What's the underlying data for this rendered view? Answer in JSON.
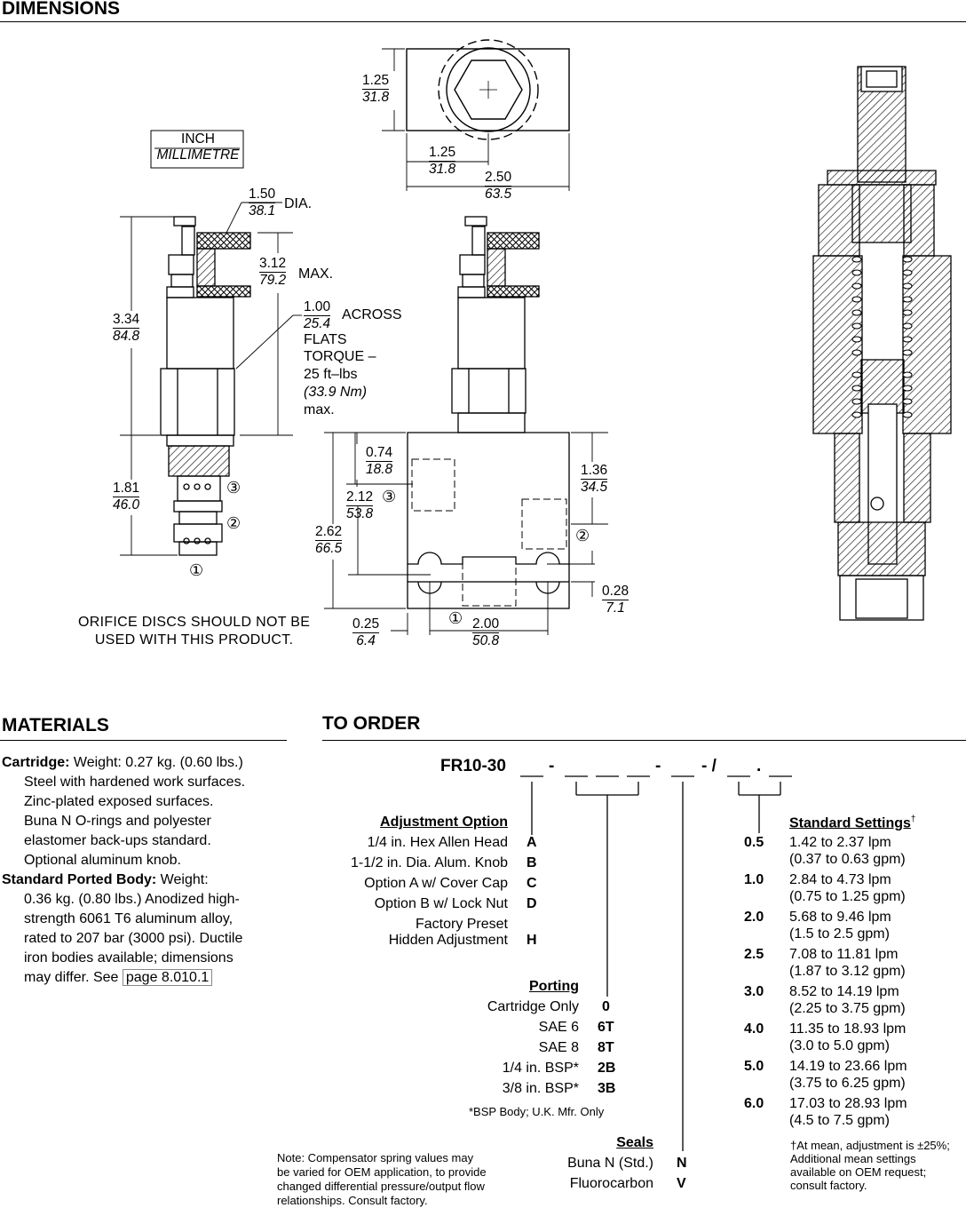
{
  "dimensions": {
    "title": "DIMENSIONS",
    "units_legend": {
      "top": "INCH",
      "bottom": "MILLIMETRE"
    },
    "labels": {
      "d1": {
        "in": "1.25",
        "mm": "31.8"
      },
      "d2": {
        "in": "1.25",
        "mm": "31.8"
      },
      "d3": {
        "in": "2.50",
        "mm": "63.5"
      },
      "d4": {
        "in": "1.50",
        "mm": "38.1",
        "suffix": "DIA."
      },
      "d5": {
        "in": "3.12",
        "mm": "79.2",
        "suffix": "MAX."
      },
      "d6": {
        "in": "3.34",
        "mm": "84.8"
      },
      "d7": {
        "in": "1.00",
        "mm": "25.4",
        "suffix": "ACROSS",
        "suffix2": "FLATS"
      },
      "torque": [
        "TORQUE –",
        "25 ft–lbs",
        "(33.9 Nm)",
        "max."
      ],
      "d8": {
        "in": "1.81",
        "mm": "46.0"
      },
      "d9": {
        "in": "0.74",
        "mm": "18.8"
      },
      "d10": {
        "in": "2.12",
        "mm": "53.8"
      },
      "d11": {
        "in": "2.62",
        "mm": "66.5"
      },
      "d12": {
        "in": "1.36",
        "mm": "34.5"
      },
      "d13": {
        "in": "0.28",
        "mm": "7.1"
      },
      "d14": {
        "in": "0.25",
        "mm": "6.4"
      },
      "d15": {
        "in": "2.00",
        "mm": "50.8"
      }
    },
    "ports": {
      "p1": "①",
      "p2": "②",
      "p3": "③"
    },
    "orifice_note": [
      "ORIFICE DISCS SHOULD NOT BE",
      "USED WITH THIS PRODUCT."
    ]
  },
  "materials": {
    "title": "MATERIALS",
    "cartridge_label": "Cartridge:",
    "cartridge_text": [
      " Weight: 0.27 kg. (0.60 lbs.)",
      "Steel with hardened work surfaces.",
      "Zinc-plated exposed surfaces.",
      "Buna N O-rings and polyester",
      "elastomer back-ups standard.",
      "Optional aluminum knob."
    ],
    "body_label": "Standard Ported Body:",
    "body_text": [
      " Weight:",
      "0.36 kg. (0.80 lbs.) Anodized high-",
      "strength 6061 T6 aluminum alloy,",
      "rated to 207 bar (3000 psi). Ductile",
      "iron bodies available; dimensions",
      "may differ. See "
    ],
    "body_link": "page 8.010.1"
  },
  "to_order": {
    "title": "TO ORDER",
    "model": "FR10-30",
    "adjustment": {
      "title": "Adjustment Option",
      "items": [
        {
          "label": "1/4 in. Hex Allen Head",
          "code": "A"
        },
        {
          "label": "1-1/2 in. Dia. Alum. Knob",
          "code": "B"
        },
        {
          "label": "Option A w/ Cover Cap",
          "code": "C"
        },
        {
          "label": "Option B w/ Lock Nut",
          "code": "D"
        },
        {
          "label": "Factory Preset",
          "label2": "Hidden Adjustment",
          "code": "H"
        }
      ]
    },
    "porting": {
      "title": "Porting",
      "items": [
        {
          "label": "Cartridge Only",
          "code": "0"
        },
        {
          "label": "SAE 6",
          "code": "6T"
        },
        {
          "label": "SAE 8",
          "code": "8T"
        },
        {
          "label": "1/4 in. BSP*",
          "code": "2B"
        },
        {
          "label": "3/8 in. BSP*",
          "code": "3B"
        }
      ],
      "footnote": "*BSP Body; U.K. Mfr. Only"
    },
    "seals": {
      "title": "Seals",
      "items": [
        {
          "label": "Buna N (Std.)",
          "code": "N"
        },
        {
          "label": "Fluorocarbon",
          "code": "V"
        }
      ]
    },
    "settings": {
      "title": "Standard Settings",
      "dagger": "†",
      "items": [
        {
          "code": "0.5",
          "lpm": "1.42 to 2.37 lpm",
          "gpm": "(0.37 to 0.63 gpm)"
        },
        {
          "code": "1.0",
          "lpm": "2.84 to 4.73 lpm",
          "gpm": "(0.75 to 1.25 gpm)"
        },
        {
          "code": "2.0",
          "lpm": "5.68 to 9.46 lpm",
          "gpm": "(1.5 to 2.5 gpm)"
        },
        {
          "code": "2.5",
          "lpm": "7.08 to 11.81 lpm",
          "gpm": "(1.87 to 3.12 gpm)"
        },
        {
          "code": "3.0",
          "lpm": "8.52 to 14.19 lpm",
          "gpm": "(2.25 to 3.75 gpm)"
        },
        {
          "code": "4.0",
          "lpm": "11.35 to 18.93 lpm",
          "gpm": "(3.0 to 5.0 gpm)"
        },
        {
          "code": "5.0",
          "lpm": "14.19 to 23.66 lpm",
          "gpm": "(3.75 to 6.25 gpm)"
        },
        {
          "code": "6.0",
          "lpm": "17.03 to 28.93 lpm",
          "gpm": "(4.5 to 7.5 gpm)"
        }
      ],
      "footnote": [
        "†At mean, adjustment is ±25%;",
        "Additional mean settings",
        "available on OEM request;",
        "consult factory."
      ]
    },
    "note": [
      "Note: Compensator spring values may",
      "be varied for OEM application, to provide",
      "changed differential pressure/output flow",
      "relationships. Consult factory."
    ]
  }
}
